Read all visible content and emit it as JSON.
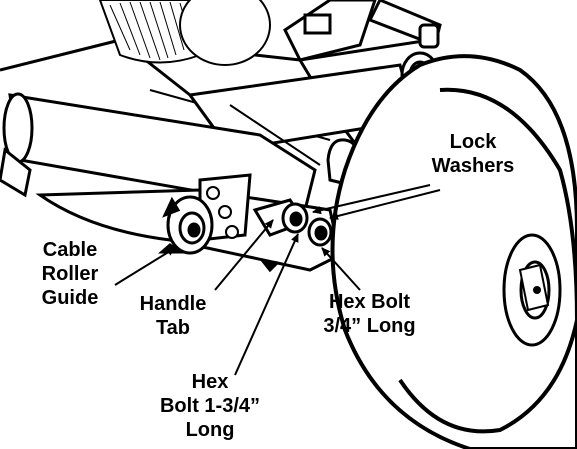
{
  "colors": {
    "ink": "#000000",
    "paper": "#ffffff"
  },
  "callouts": {
    "lock_washers": [
      "Lock",
      "Washers"
    ],
    "cable_roller_guide": [
      "Cable",
      "Roller",
      "Guide"
    ],
    "handle_tab": [
      "Handle",
      "Tab"
    ],
    "hex_bolt_short": [
      "Hex Bolt",
      "3/4” Long"
    ],
    "hex_bolt_long": [
      "Hex",
      "Bolt 1-3/4”",
      "Long"
    ]
  }
}
